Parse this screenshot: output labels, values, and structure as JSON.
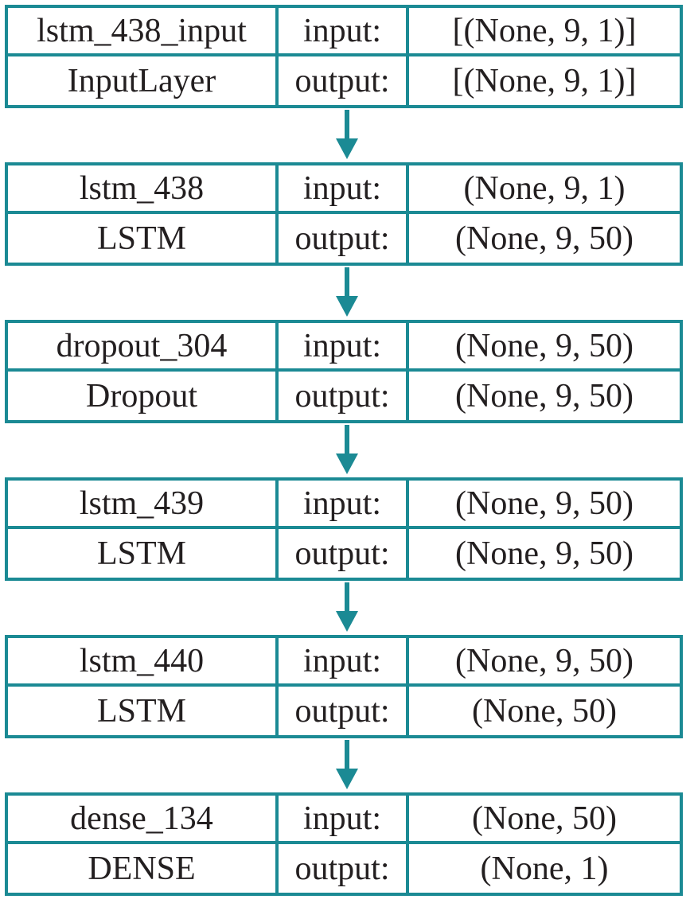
{
  "layers": [
    {
      "name": "lstm_438_input",
      "type": "InputLayer",
      "input_label": "input:",
      "output_label": "output:",
      "input_shape": "[(None, 9, 1)]",
      "output_shape": "[(None, 9, 1)]"
    },
    {
      "name": "lstm_438",
      "type": "LSTM",
      "input_label": "input:",
      "output_label": "output:",
      "input_shape": "(None, 9, 1)",
      "output_shape": "(None, 9, 50)"
    },
    {
      "name": "dropout_304",
      "type": "Dropout",
      "input_label": "input:",
      "output_label": "output:",
      "input_shape": "(None, 9, 50)",
      "output_shape": "(None, 9, 50)"
    },
    {
      "name": "lstm_439",
      "type": "LSTM",
      "input_label": "input:",
      "output_label": "output:",
      "input_shape": "(None, 9, 50)",
      "output_shape": "(None, 9, 50)"
    },
    {
      "name": "lstm_440",
      "type": "LSTM",
      "input_label": "input:",
      "output_label": "output:",
      "input_shape": "(None, 9, 50)",
      "output_shape": "(None, 50)"
    },
    {
      "name": "dense_134",
      "type": "DENSE",
      "input_label": "input:",
      "output_label": "output:",
      "input_shape": "(None, 50)",
      "output_shape": "(None, 1)"
    }
  ],
  "colors": {
    "border": "#1b8a94",
    "arrow": "#1b8a94",
    "text": "#231f20"
  }
}
